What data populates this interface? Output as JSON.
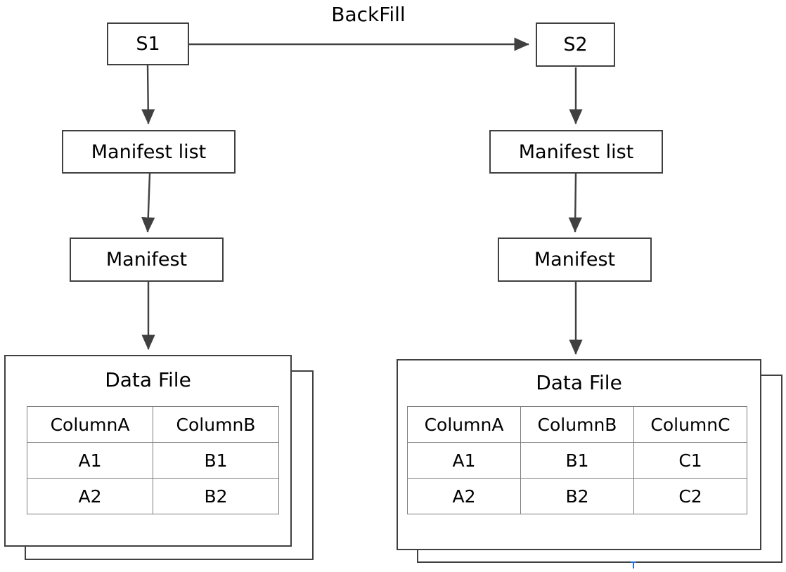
{
  "diagram": {
    "title": "BackFill",
    "title_color": "#000000",
    "line_color": "#404040",
    "table_line_color": "#7d7d7d",
    "background": "#ffffff"
  },
  "pipelines": [
    {
      "id": "left",
      "source_label": "S1",
      "manifest_list_label": "Manifest list",
      "manifest_label": "Manifest",
      "data_file": {
        "title": "Data File",
        "columns": [
          "ColumnA",
          "ColumnB"
        ],
        "rows": [
          [
            "A1",
            "B1"
          ],
          [
            "A2",
            "B2"
          ]
        ]
      }
    },
    {
      "id": "right",
      "source_label": "S2",
      "manifest_list_label": "Manifest list",
      "manifest_label": "Manifest",
      "data_file": {
        "title": "Data File",
        "columns": [
          "ColumnA",
          "ColumnB",
          "ColumnC"
        ],
        "rows": [
          [
            "A1",
            "B1",
            "C1"
          ],
          [
            "A2",
            "B2",
            "C2"
          ]
        ]
      }
    }
  ],
  "artifacts": {
    "caret_color": "#2a6fd6"
  }
}
